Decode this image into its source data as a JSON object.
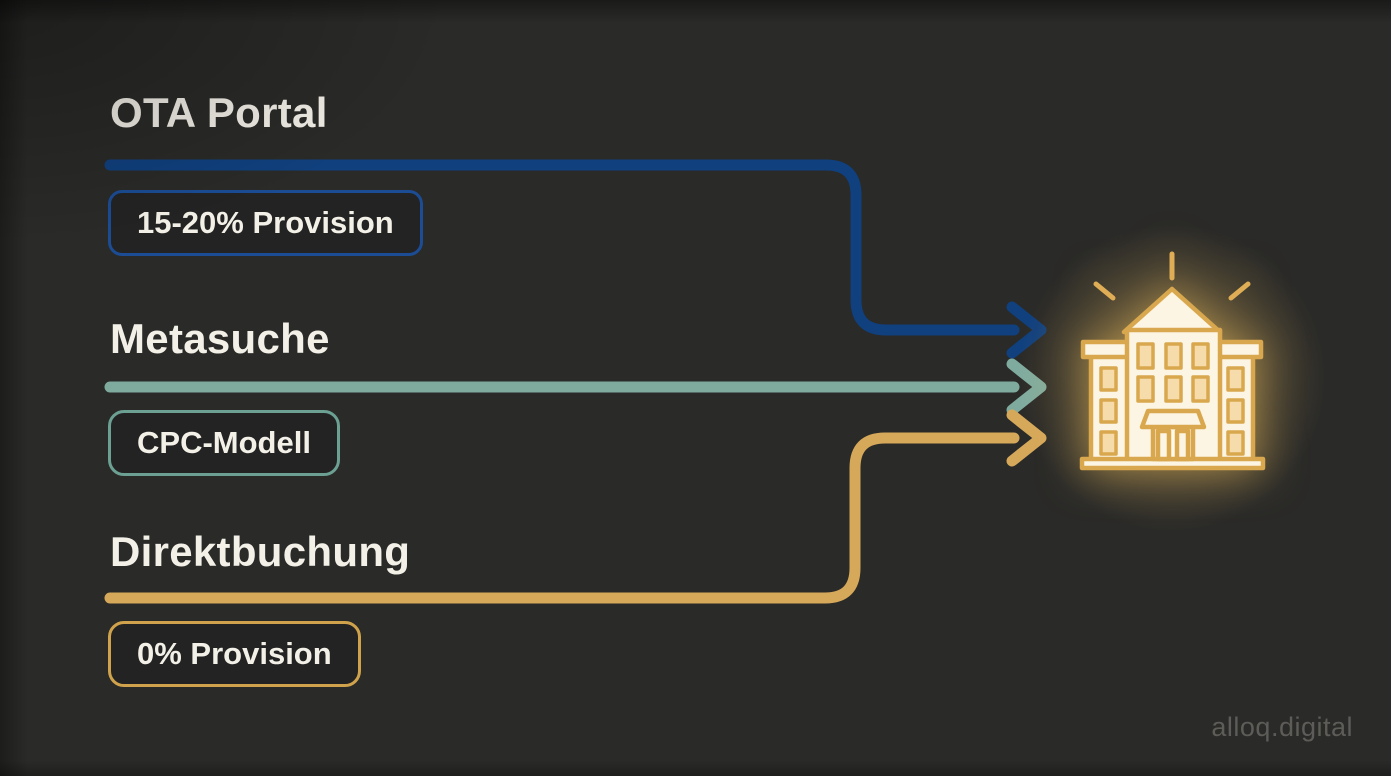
{
  "watermark": "alloq.digital",
  "colors": {
    "background": "#2a2a28",
    "text": "#f3f0e8",
    "glow": "#f6c45c",
    "building_outline": "#d9a84e",
    "building_fill": "#fdf5e3"
  },
  "channels": [
    {
      "title": "OTA Portal",
      "badge": "15-20% Provision",
      "accent": "#10407e",
      "badge_border": "#1b4c94"
    },
    {
      "title": "Metasuche",
      "badge": "CPC-Modell",
      "accent": "#7fab9f",
      "badge_border": "#6ba092"
    },
    {
      "title": "Direktbuchung",
      "badge": "0% Provision",
      "accent": "#d6a85a",
      "badge_border": "#cfa24b"
    }
  ],
  "target": {
    "icon": "hotel-building-icon"
  }
}
